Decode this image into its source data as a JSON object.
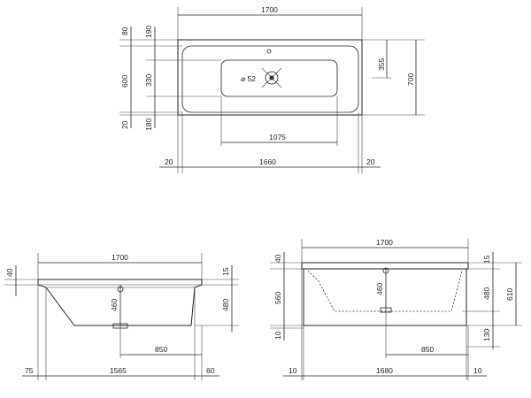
{
  "top_view": {
    "overall_length": "1700",
    "overall_width": "700",
    "left_top": "80",
    "left_top2": "190",
    "left_mid": "600",
    "left_mid2": "330",
    "left_bottom": "20",
    "left_bottom2": "180",
    "right_355": "355",
    "drain_dia": "⌀ 52",
    "inner_1075": "1075",
    "bottom_left": "20",
    "bottom_mid": "1660",
    "bottom_right": "20"
  },
  "side_view": {
    "length": "1700",
    "left_40": "40",
    "right_15": "15",
    "right_480": "480",
    "depth_460": "460",
    "drain_850": "850",
    "bot_left": "75",
    "bot_mid": "1565",
    "bot_right": "60"
  },
  "front_view": {
    "length": "1700",
    "left_40": "40",
    "left_560": "560",
    "left_10": "10",
    "right_15": "15",
    "right_480": "480",
    "right_610": "610",
    "right_130": "130",
    "depth_460": "460",
    "drain_850": "850",
    "bot_left": "10",
    "bot_mid": "1680",
    "bot_right": "10"
  }
}
